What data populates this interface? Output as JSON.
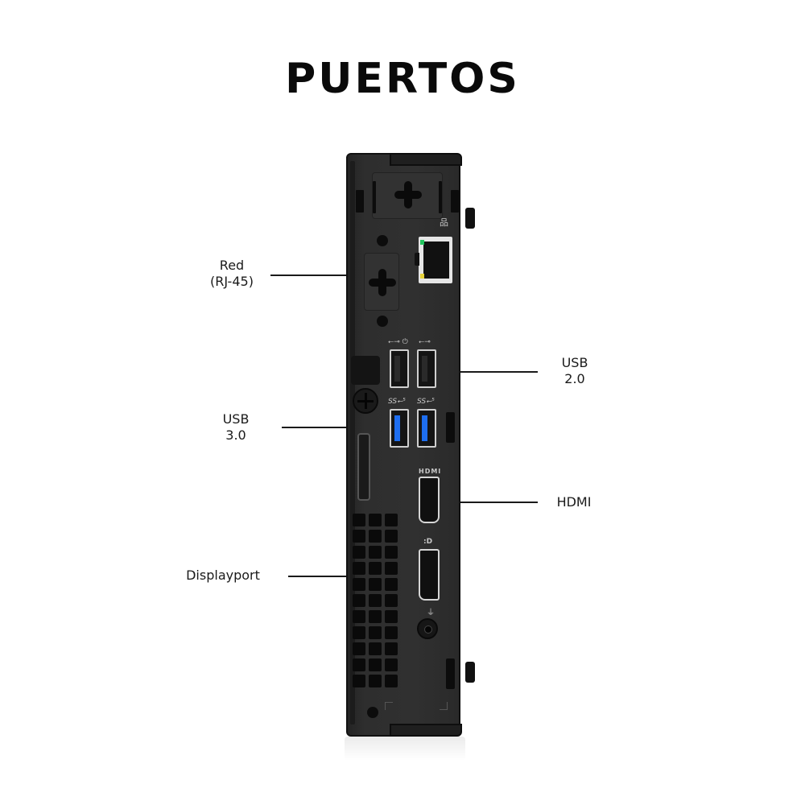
{
  "title": "PUERTOS",
  "labels": {
    "red": {
      "line1": "Red",
      "line2": "(RJ-45)"
    },
    "usb20": {
      "line1": "USB",
      "line2": "2.0"
    },
    "usb30": {
      "line1": "USB",
      "line2": "3.0"
    },
    "hdmi": {
      "line1": "HDMI"
    },
    "displayport": {
      "line1": "Displayport"
    }
  },
  "device": {
    "icons": {
      "network": "network-icon",
      "usb": "usb-icon",
      "usb_power": "usb-power-icon",
      "ss_usb": "superspeed-usb-5-icon",
      "hdmi": "hdmi-logo",
      "displayport": "displayport-logo",
      "power": "power-plug-icon"
    },
    "port_text": {
      "net_glyph": "品",
      "usb_a_glyph": "⭠⊸ ⏻",
      "usb_b_glyph": "⭠⊸",
      "ss_glyph": "SS⭠⁵",
      "hdmi_text": "HDMI",
      "dp_text": ":D",
      "plug_glyph": "⏚"
    },
    "colors": {
      "chassis": "#2e2e2e",
      "usb3_blue": "#1e6ef0",
      "led_green": "#22c55e",
      "led_yellow": "#e6d23a"
    }
  }
}
